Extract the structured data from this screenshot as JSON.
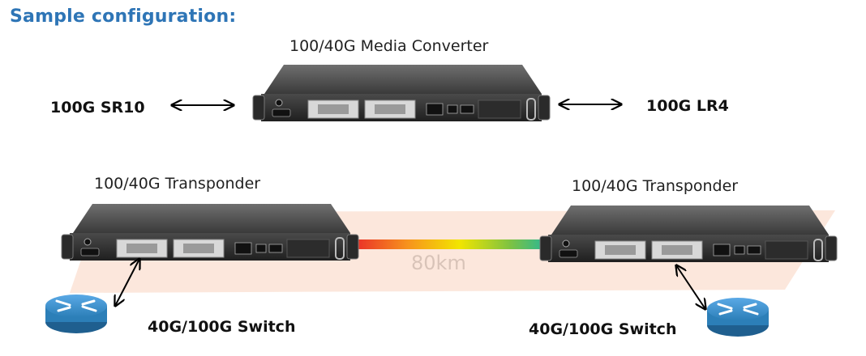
{
  "heading": "Sample configuration:",
  "converter": {
    "caption": "100/40G Media Converter",
    "left_label": "100G SR10",
    "right_label": "100G LR4"
  },
  "transponder_left": {
    "caption": "100/40G Transponder"
  },
  "transponder_right": {
    "caption": "100/40G Transponder"
  },
  "link": {
    "distance": "80km"
  },
  "switch_left": {
    "label": "40G/100G Switch"
  },
  "switch_right": {
    "label": "40G/100G Switch"
  },
  "colors": {
    "heading": "#2E75B6",
    "band": "#FBE3D6",
    "router": "#2C7FB8"
  }
}
